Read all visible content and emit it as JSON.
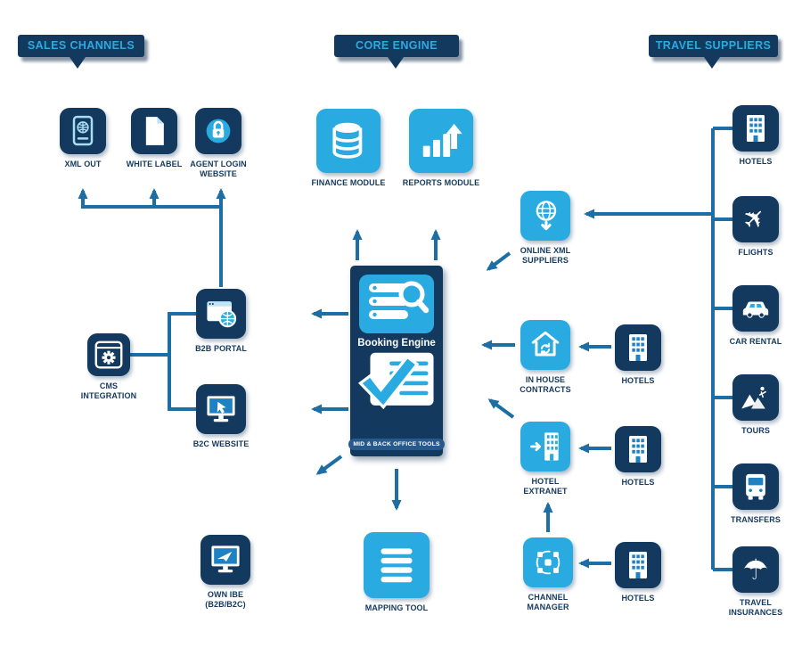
{
  "headers": {
    "sales_channels": "SALES CHANNELS",
    "core_engine": "CORE ENGINE",
    "travel_suppliers": "TRAVEL SUPPLIERS"
  },
  "engine": {
    "title": "Booking Engine",
    "subtitle": "MID & BACK OFFICE TOOLS"
  },
  "nodes": {
    "xml_out": "XML OUT",
    "white_label": "WHITE LABEL",
    "agent_login": "AGENT LOGIN WEBSITE",
    "b2b_portal": "B2B PORTAL",
    "cms_integration": "CMS INTEGRATION",
    "b2c_website": "B2C WEBSITE",
    "own_ibe": "OWN IBE (B2B/B2C)",
    "finance_module": "FINANCE MODULE",
    "reports_module": "REPORTS MODULE",
    "mapping_tool": "MAPPING TOOL",
    "online_xml_suppliers": "ONLINE XML SUPPLIERS",
    "in_house_contracts": "IN HOUSE CONTRACTS",
    "hotel_extranet": "HOTEL EXTRANET",
    "channel_manager": "CHANNEL MANAGER",
    "hotels": "HOTELS",
    "flights": "FLIGHTS",
    "car_rental": "CAR RENTAL",
    "tours": "TOURS",
    "transfers": "TRANSFERS",
    "travel_insurances": "TRAVEL INSURANCES"
  },
  "icons": {
    "plane_glyph": "✈",
    "umbrella_glyph": "☂"
  },
  "colors": {
    "navy": "#14395e",
    "light_blue": "#29abe2",
    "arrow": "#1d6ea5",
    "header_text": "#29abe2"
  }
}
